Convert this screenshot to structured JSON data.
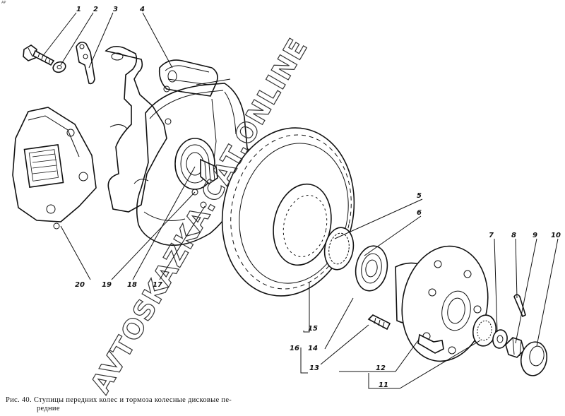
{
  "corner_mark": "AP",
  "caption_line1": "Рис. 40. Ступицы передних колес и тормоза колесные дисковые пе-",
  "caption_line2": "редние",
  "watermark": "AVTOSKAZKA.CAT.ONLINE",
  "callouts": [
    "1",
    "2",
    "3",
    "4",
    "5",
    "6",
    "7",
    "8",
    "9",
    "10",
    "11",
    "12",
    "13",
    "14",
    "15",
    "16",
    "17",
    "18",
    "19",
    "20"
  ]
}
